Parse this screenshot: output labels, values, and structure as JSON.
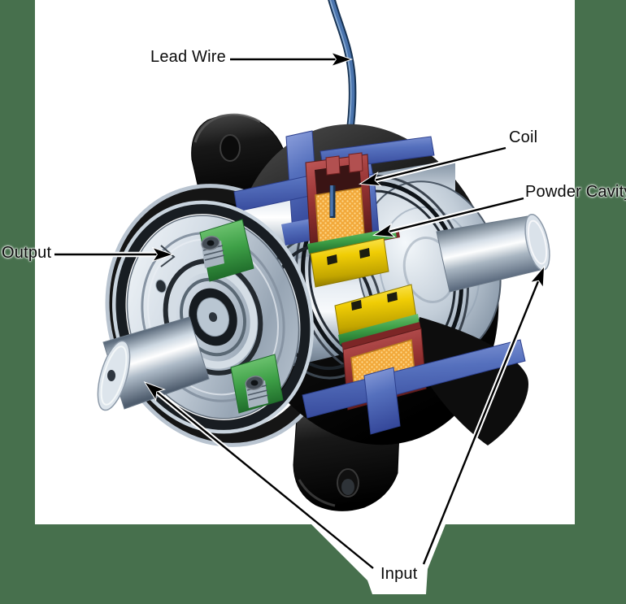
{
  "figure": {
    "type": "technical-cutaway-diagram",
    "subject": "Magnetic particle clutch cross-section",
    "background_color": "#47704d",
    "canvas_color": "#ffffff",
    "labels": {
      "lead_wire": "Lead Wire",
      "coil": "Coil",
      "powder_cavity": "Powder Cavity",
      "output": "Output",
      "input": "Input"
    },
    "palette": {
      "housing_cut_blue": "#5570bd",
      "coil_bobbin_red": "#963333",
      "coil_winding_orange": "#f2a93b",
      "rotor_yellow": "#edc900",
      "seal_green": "#3ea047",
      "housing_black": "#141414",
      "steel_highlight": "#eef3f7",
      "steel_shadow": "#5f6e80",
      "lead_wire_blue": "#4a74ad",
      "annotation_line": "#000000"
    }
  }
}
